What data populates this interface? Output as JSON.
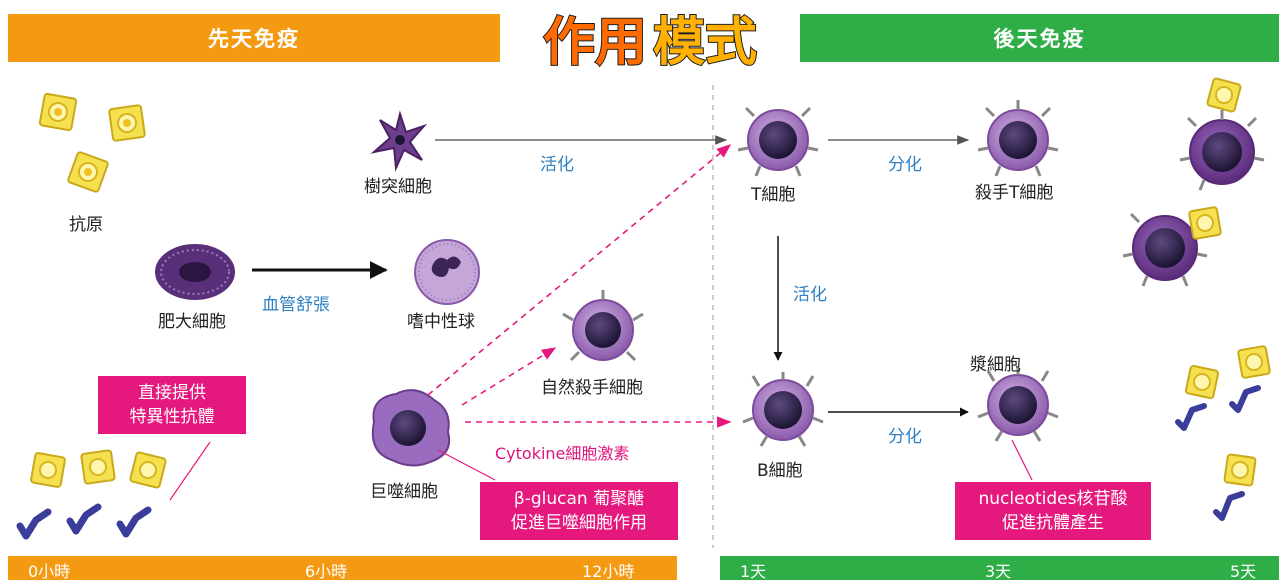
{
  "title": {
    "part1": "作用",
    "part2": "模式"
  },
  "bands": {
    "innate": "先天免疫",
    "adaptive": "後天免疫"
  },
  "colors": {
    "innate": "#f39a12",
    "adaptive": "#2fae48",
    "accent": "#e5197d",
    "arrow_label": "#2f7fc1",
    "cell": "#7e4a9e"
  },
  "labels": {
    "antigen": "抗原",
    "dendritic_cell": "樹突細胞",
    "mast_cell": "肥大細胞",
    "neutrophil": "嗜中性球",
    "macrophage": "巨噬細胞",
    "nk_cell": "自然殺手細胞",
    "t_cell": "T細胞",
    "killer_t_cell": "殺手T細胞",
    "b_cell": "B細胞",
    "plasma_cell": "漿細胞"
  },
  "arrow_labels": {
    "activate_top": "活化",
    "vasodilation": "血管舒張",
    "differentiate_top": "分化",
    "activate_mid": "活化",
    "differentiate_bottom": "分化",
    "cytokine": "Cytokine細胞激素"
  },
  "callouts": {
    "antibody": [
      "直接提供",
      "特異性抗體"
    ],
    "beta_glucan": [
      "β-glucan 葡聚醣",
      "促進巨噬細胞作用"
    ],
    "nucleotides": [
      "nucleotides核苷酸",
      "促進抗體產生"
    ]
  },
  "timeline": {
    "innate": [
      "0小時",
      "6小時",
      "12小時"
    ],
    "adaptive": [
      "1天",
      "3天",
      "5天"
    ]
  }
}
